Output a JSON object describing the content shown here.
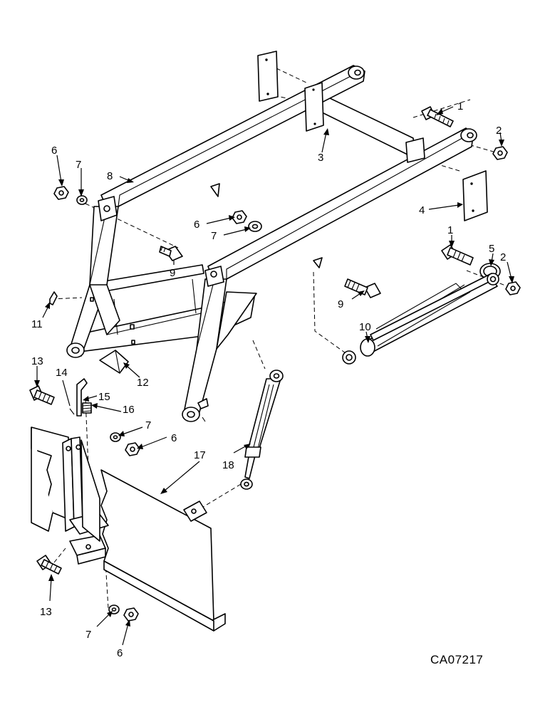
{
  "drawing": {
    "code": "CA07217"
  },
  "callouts": [
    {
      "id": "c1a",
      "label": "1"
    },
    {
      "id": "c1b",
      "label": "1"
    },
    {
      "id": "c2a",
      "label": "2"
    },
    {
      "id": "c2b",
      "label": "2"
    },
    {
      "id": "c3",
      "label": "3"
    },
    {
      "id": "c4",
      "label": "4"
    },
    {
      "id": "c5",
      "label": "5"
    },
    {
      "id": "c6a",
      "label": "6"
    },
    {
      "id": "c6b",
      "label": "6"
    },
    {
      "id": "c6c",
      "label": "6"
    },
    {
      "id": "c6d",
      "label": "6"
    },
    {
      "id": "c7a",
      "label": "7"
    },
    {
      "id": "c7b",
      "label": "7"
    },
    {
      "id": "c7c",
      "label": "7"
    },
    {
      "id": "c7d",
      "label": "7"
    },
    {
      "id": "c8",
      "label": "8"
    },
    {
      "id": "c9a",
      "label": "9"
    },
    {
      "id": "c9b",
      "label": "9"
    },
    {
      "id": "c10",
      "label": "10"
    },
    {
      "id": "c11",
      "label": "11"
    },
    {
      "id": "c12",
      "label": "12"
    },
    {
      "id": "c13a",
      "label": "13"
    },
    {
      "id": "c13b",
      "label": "13"
    },
    {
      "id": "c14",
      "label": "14"
    },
    {
      "id": "c15",
      "label": "15"
    },
    {
      "id": "c16",
      "label": "16"
    },
    {
      "id": "c17",
      "label": "17"
    },
    {
      "id": "c18",
      "label": "18"
    }
  ]
}
